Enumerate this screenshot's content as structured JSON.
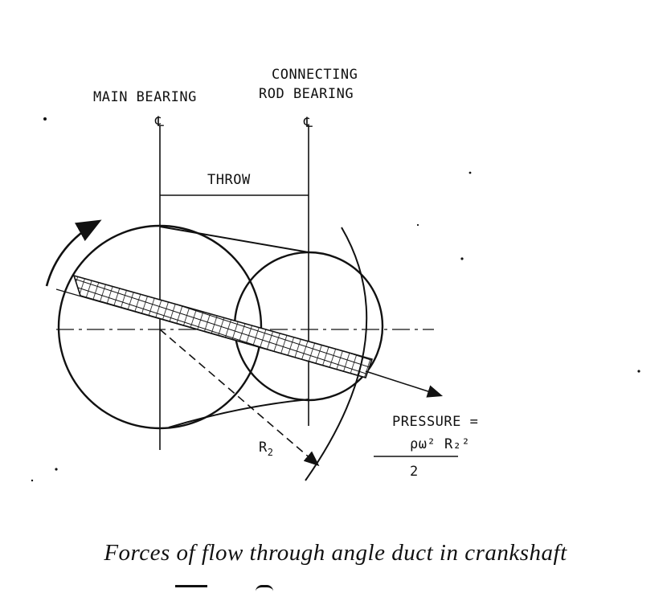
{
  "labels": {
    "main_bearing": "MAIN BEARING",
    "connecting_line1": "CONNECTING",
    "connecting_line2": "ROD BEARING",
    "cl_symbol": "℄",
    "throw": "THROW",
    "r2": "R",
    "r2_sub": "2",
    "pressure": "PRESSURE =",
    "formula_numerator": "ρω² R₂²",
    "formula_denominator": "2"
  },
  "caption": "Forces of flow through angle duct in crankshaft"
}
